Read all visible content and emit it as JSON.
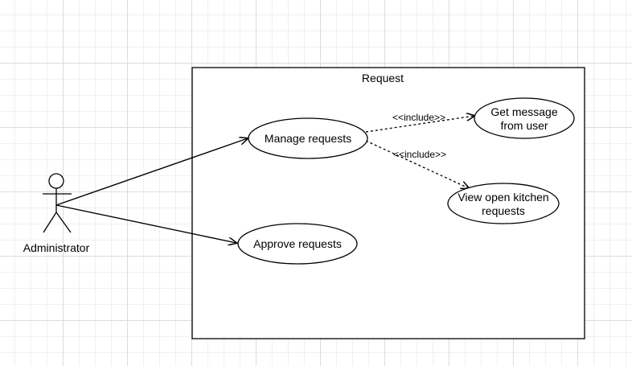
{
  "diagram": {
    "system_boundary": {
      "title": "Request"
    },
    "actor": {
      "name": "Administrator"
    },
    "use_cases": {
      "manage_requests": "Manage requests",
      "approve_requests": "Approve requests",
      "get_message": [
        "Get message",
        "from user"
      ],
      "view_open_kitchen": [
        "View open kitchen",
        "requests"
      ]
    },
    "relations": {
      "include_1": "<<include>>",
      "include_2": "<<include>>"
    },
    "colors": {
      "stroke": "#000000",
      "fill": "#ffffff"
    }
  }
}
